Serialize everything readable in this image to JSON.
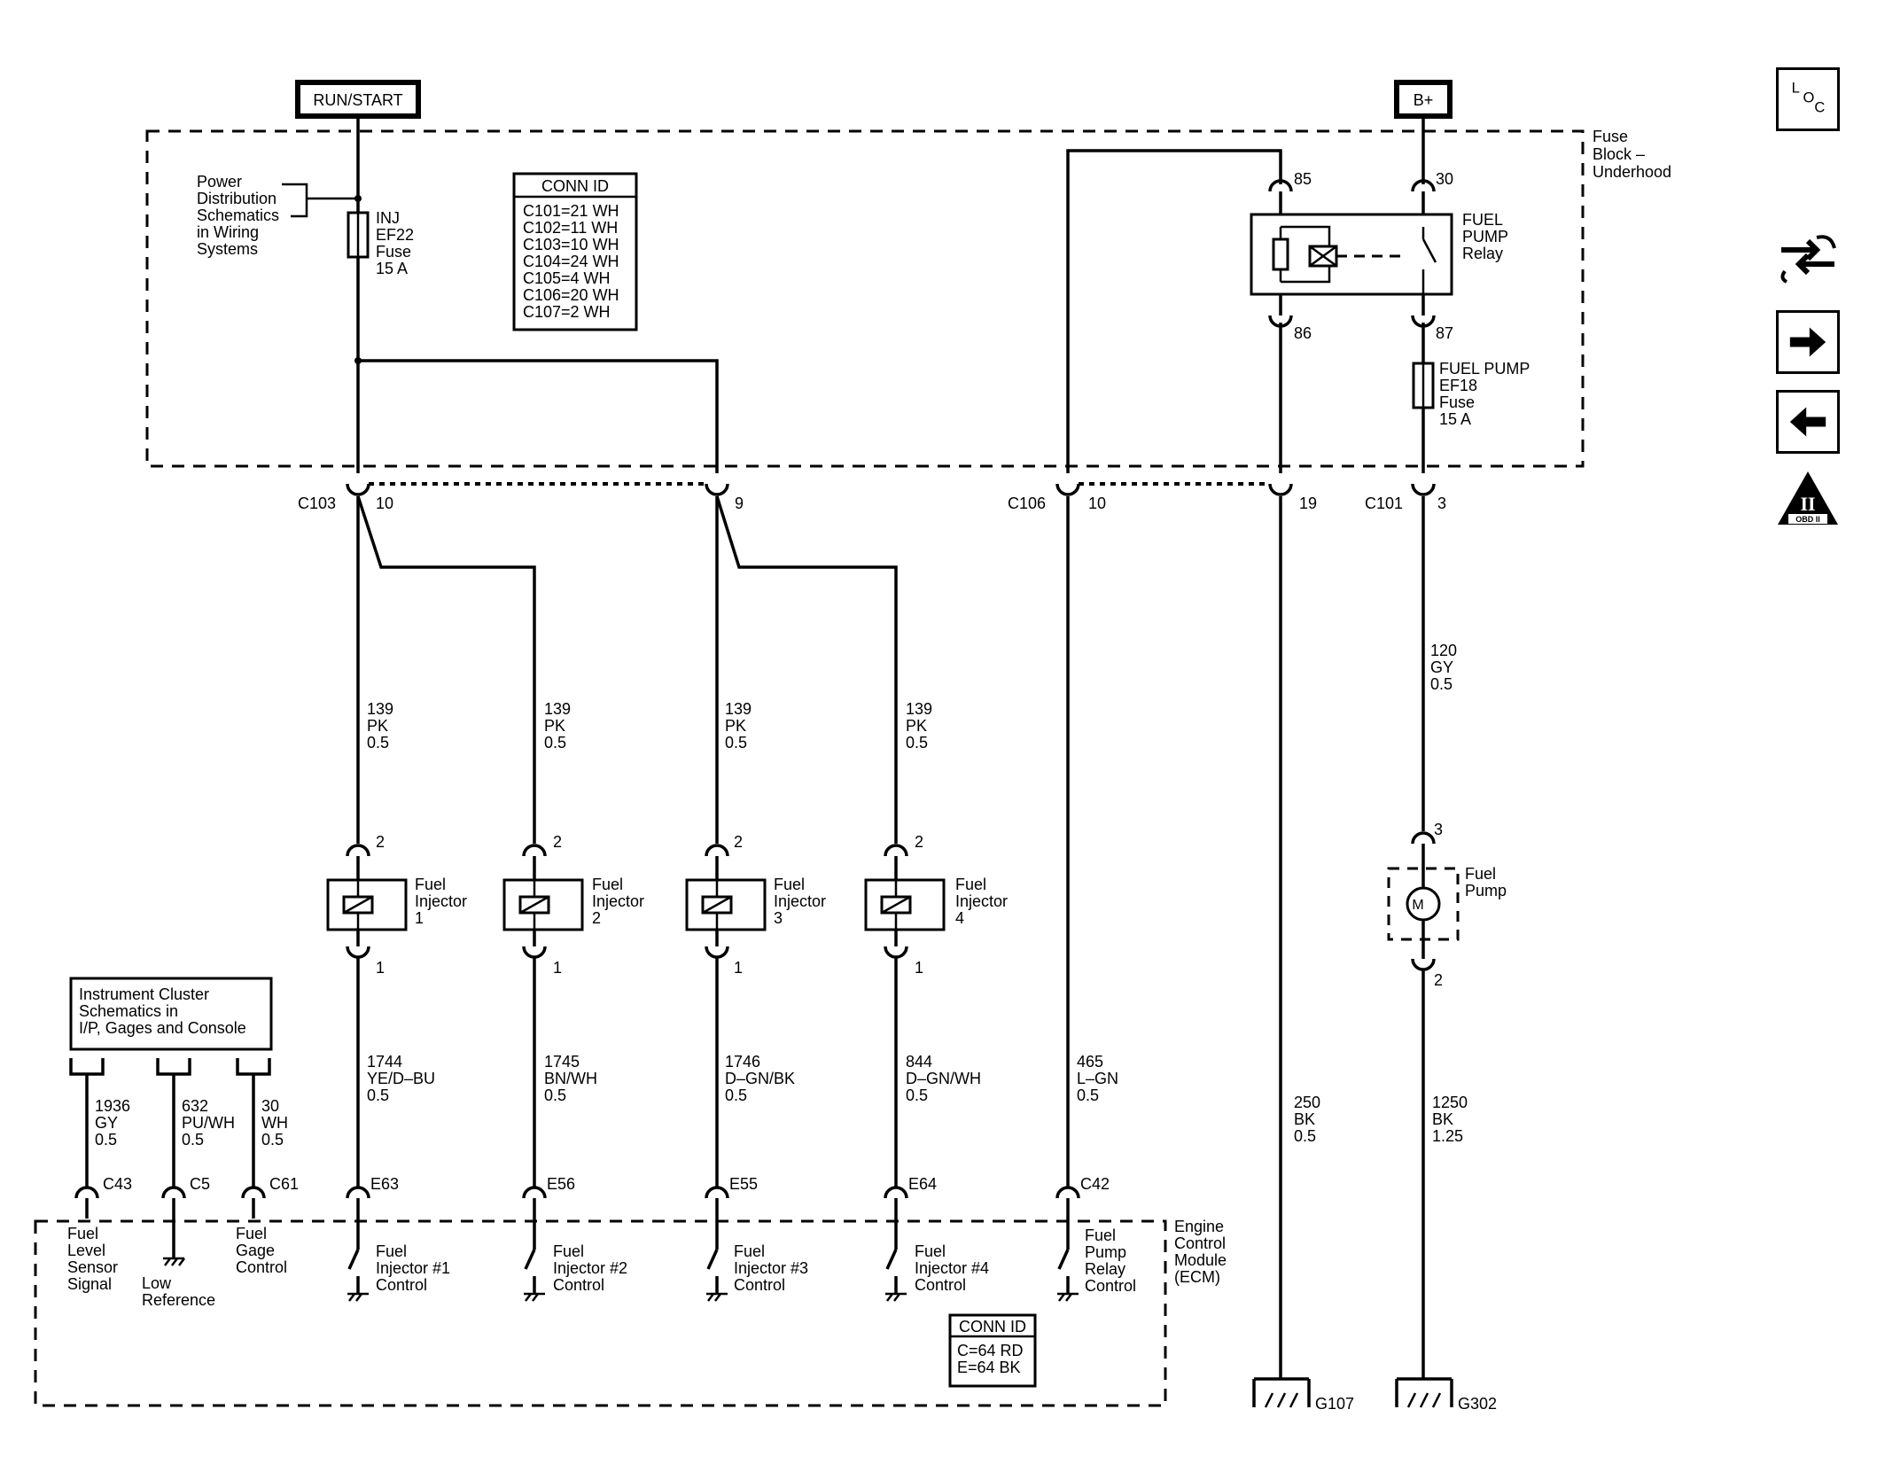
{
  "power_sources": {
    "run_start": "RUN/START",
    "b_plus": "B+"
  },
  "fuse_block": {
    "line1": "Fuse",
    "line2": "Block –",
    "line3": "Underhood"
  },
  "power_distribution_ref": [
    "Power",
    "Distribution",
    "Schematics",
    "in Wiring",
    "Systems"
  ],
  "inj_fuse": [
    "INJ",
    "EF22",
    "Fuse",
    "15 A"
  ],
  "conn_id_top": {
    "title": "CONN ID",
    "rows": [
      "C101=21 WH",
      "C102=11 WH",
      "C103=10 WH",
      "C104=24 WH",
      "C105=4 WH",
      "C106=20 WH",
      "C107=2 WH"
    ]
  },
  "relay": {
    "label": [
      "FUEL",
      "PUMP",
      "Relay"
    ],
    "pin_85": "85",
    "pin_86": "86",
    "pin_30": "30",
    "pin_87": "87"
  },
  "pump_fuse": [
    "FUEL PUMP",
    "EF18",
    "Fuse",
    "15 A"
  ],
  "connectors": {
    "c103": {
      "name": "C103",
      "pin_a": "10",
      "pin_b": "9"
    },
    "c106": {
      "name": "C106",
      "pin_a": "10",
      "pin_b": "19"
    },
    "c101": {
      "name": "C101",
      "pin": "3"
    }
  },
  "injector_wires": [
    {
      "circuit": "139",
      "color": "PK",
      "gauge": "0.5"
    },
    {
      "circuit": "139",
      "color": "PK",
      "gauge": "0.5"
    },
    {
      "circuit": "139",
      "color": "PK",
      "gauge": "0.5"
    },
    {
      "circuit": "139",
      "color": "PK",
      "gauge": "0.5"
    }
  ],
  "injectors": [
    {
      "label": [
        "Fuel",
        "Injector",
        "1"
      ],
      "pin_top": "2",
      "pin_bottom": "1"
    },
    {
      "label": [
        "Fuel",
        "Injector",
        "2"
      ],
      "pin_top": "2",
      "pin_bottom": "1"
    },
    {
      "label": [
        "Fuel",
        "Injector",
        "3"
      ],
      "pin_top": "2",
      "pin_bottom": "1"
    },
    {
      "label": [
        "Fuel",
        "Injector",
        "4"
      ],
      "pin_top": "2",
      "pin_bottom": "1"
    }
  ],
  "control_wires": [
    {
      "circuit": "1744",
      "color": "YE/D–BU",
      "gauge": "0.5",
      "ecm_pin": "E63"
    },
    {
      "circuit": "1745",
      "color": "BN/WH",
      "gauge": "0.5",
      "ecm_pin": "E56"
    },
    {
      "circuit": "1746",
      "color": "D–GN/BK",
      "gauge": "0.5",
      "ecm_pin": "E55"
    },
    {
      "circuit": "844",
      "color": "D–GN/WH",
      "gauge": "0.5",
      "ecm_pin": "E64"
    },
    {
      "circuit": "465",
      "color": "L–GN",
      "gauge": "0.5",
      "ecm_pin": "C42"
    }
  ],
  "pump_wire": {
    "circuit": "120",
    "color": "GY",
    "gauge": "0.5"
  },
  "fuel_pump": {
    "label": [
      "Fuel",
      "Pump"
    ],
    "motor": "M",
    "pin_top": "3",
    "pin_bottom": "2"
  },
  "ground_wires": [
    {
      "circuit": "250",
      "color": "BK",
      "gauge": "0.5",
      "ground": "G107"
    },
    {
      "circuit": "1250",
      "color": "BK",
      "gauge": "1.25",
      "ground": "G302"
    }
  ],
  "cluster_ref": [
    "Instrument Cluster",
    "Schematics in",
    "I/P, Gages and Console"
  ],
  "cluster_wires": [
    {
      "circuit": "1936",
      "color": "GY",
      "gauge": "0.5",
      "ecm_pin": "C43"
    },
    {
      "circuit": "632",
      "color": "PU/WH",
      "gauge": "0.5",
      "ecm_pin": "C5"
    },
    {
      "circuit": "30",
      "color": "WH",
      "gauge": "0.5",
      "ecm_pin": "C61"
    }
  ],
  "ecm_functions": {
    "fuel_level": [
      "Fuel",
      "Level",
      "Sensor",
      "Signal"
    ],
    "low_ref": [
      "Low",
      "Reference"
    ],
    "fuel_gage": [
      "Fuel",
      "Gage",
      "Control"
    ],
    "inj1": [
      "Fuel",
      "Injector #1",
      "Control"
    ],
    "inj2": [
      "Fuel",
      "Injector #2",
      "Control"
    ],
    "inj3": [
      "Fuel",
      "Injector #3",
      "Control"
    ],
    "inj4": [
      "Fuel",
      "Injector #4",
      "Control"
    ],
    "relay_ctrl": [
      "Fuel",
      "Pump",
      "Relay",
      "Control"
    ]
  },
  "ecm": [
    "Engine",
    "Control",
    "Module",
    "(ECM)"
  ],
  "conn_id_bottom": {
    "title": "CONN ID",
    "rows": [
      "C=64 RD",
      "E=64 BK"
    ]
  },
  "nav": {
    "loc_letters": [
      "L",
      "O",
      "C"
    ],
    "obd_label": "OBD II",
    "obd_numeral": "II",
    "icons": [
      "loc-icon",
      "wrench-arrows-icon",
      "forward-arrow-icon",
      "back-arrow-icon",
      "obd2-icon"
    ]
  }
}
